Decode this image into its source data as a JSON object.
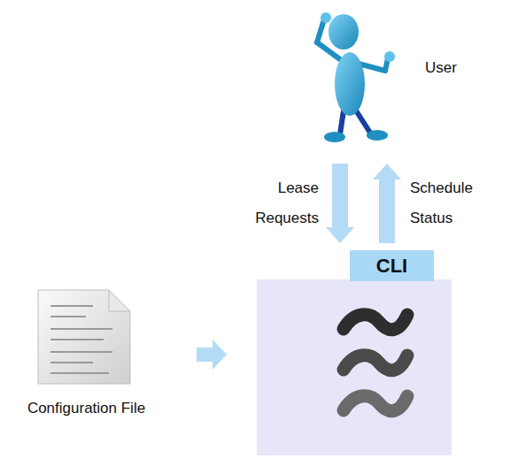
{
  "diagram": {
    "nodes": [
      {
        "text": [
          "User"
        ]
      },
      {
        "text": [
          "CLI"
        ]
      },
      {
        "text": [
          "Configuration File"
        ]
      }
    ],
    "edges": [
      {
        "from": 0,
        "to": 1,
        "label": "Lease Requests",
        "arrow": "to"
      },
      {
        "from": 1,
        "to": 0,
        "label": "Schedule Status",
        "arrow": "to"
      }
    ]
  }
}
